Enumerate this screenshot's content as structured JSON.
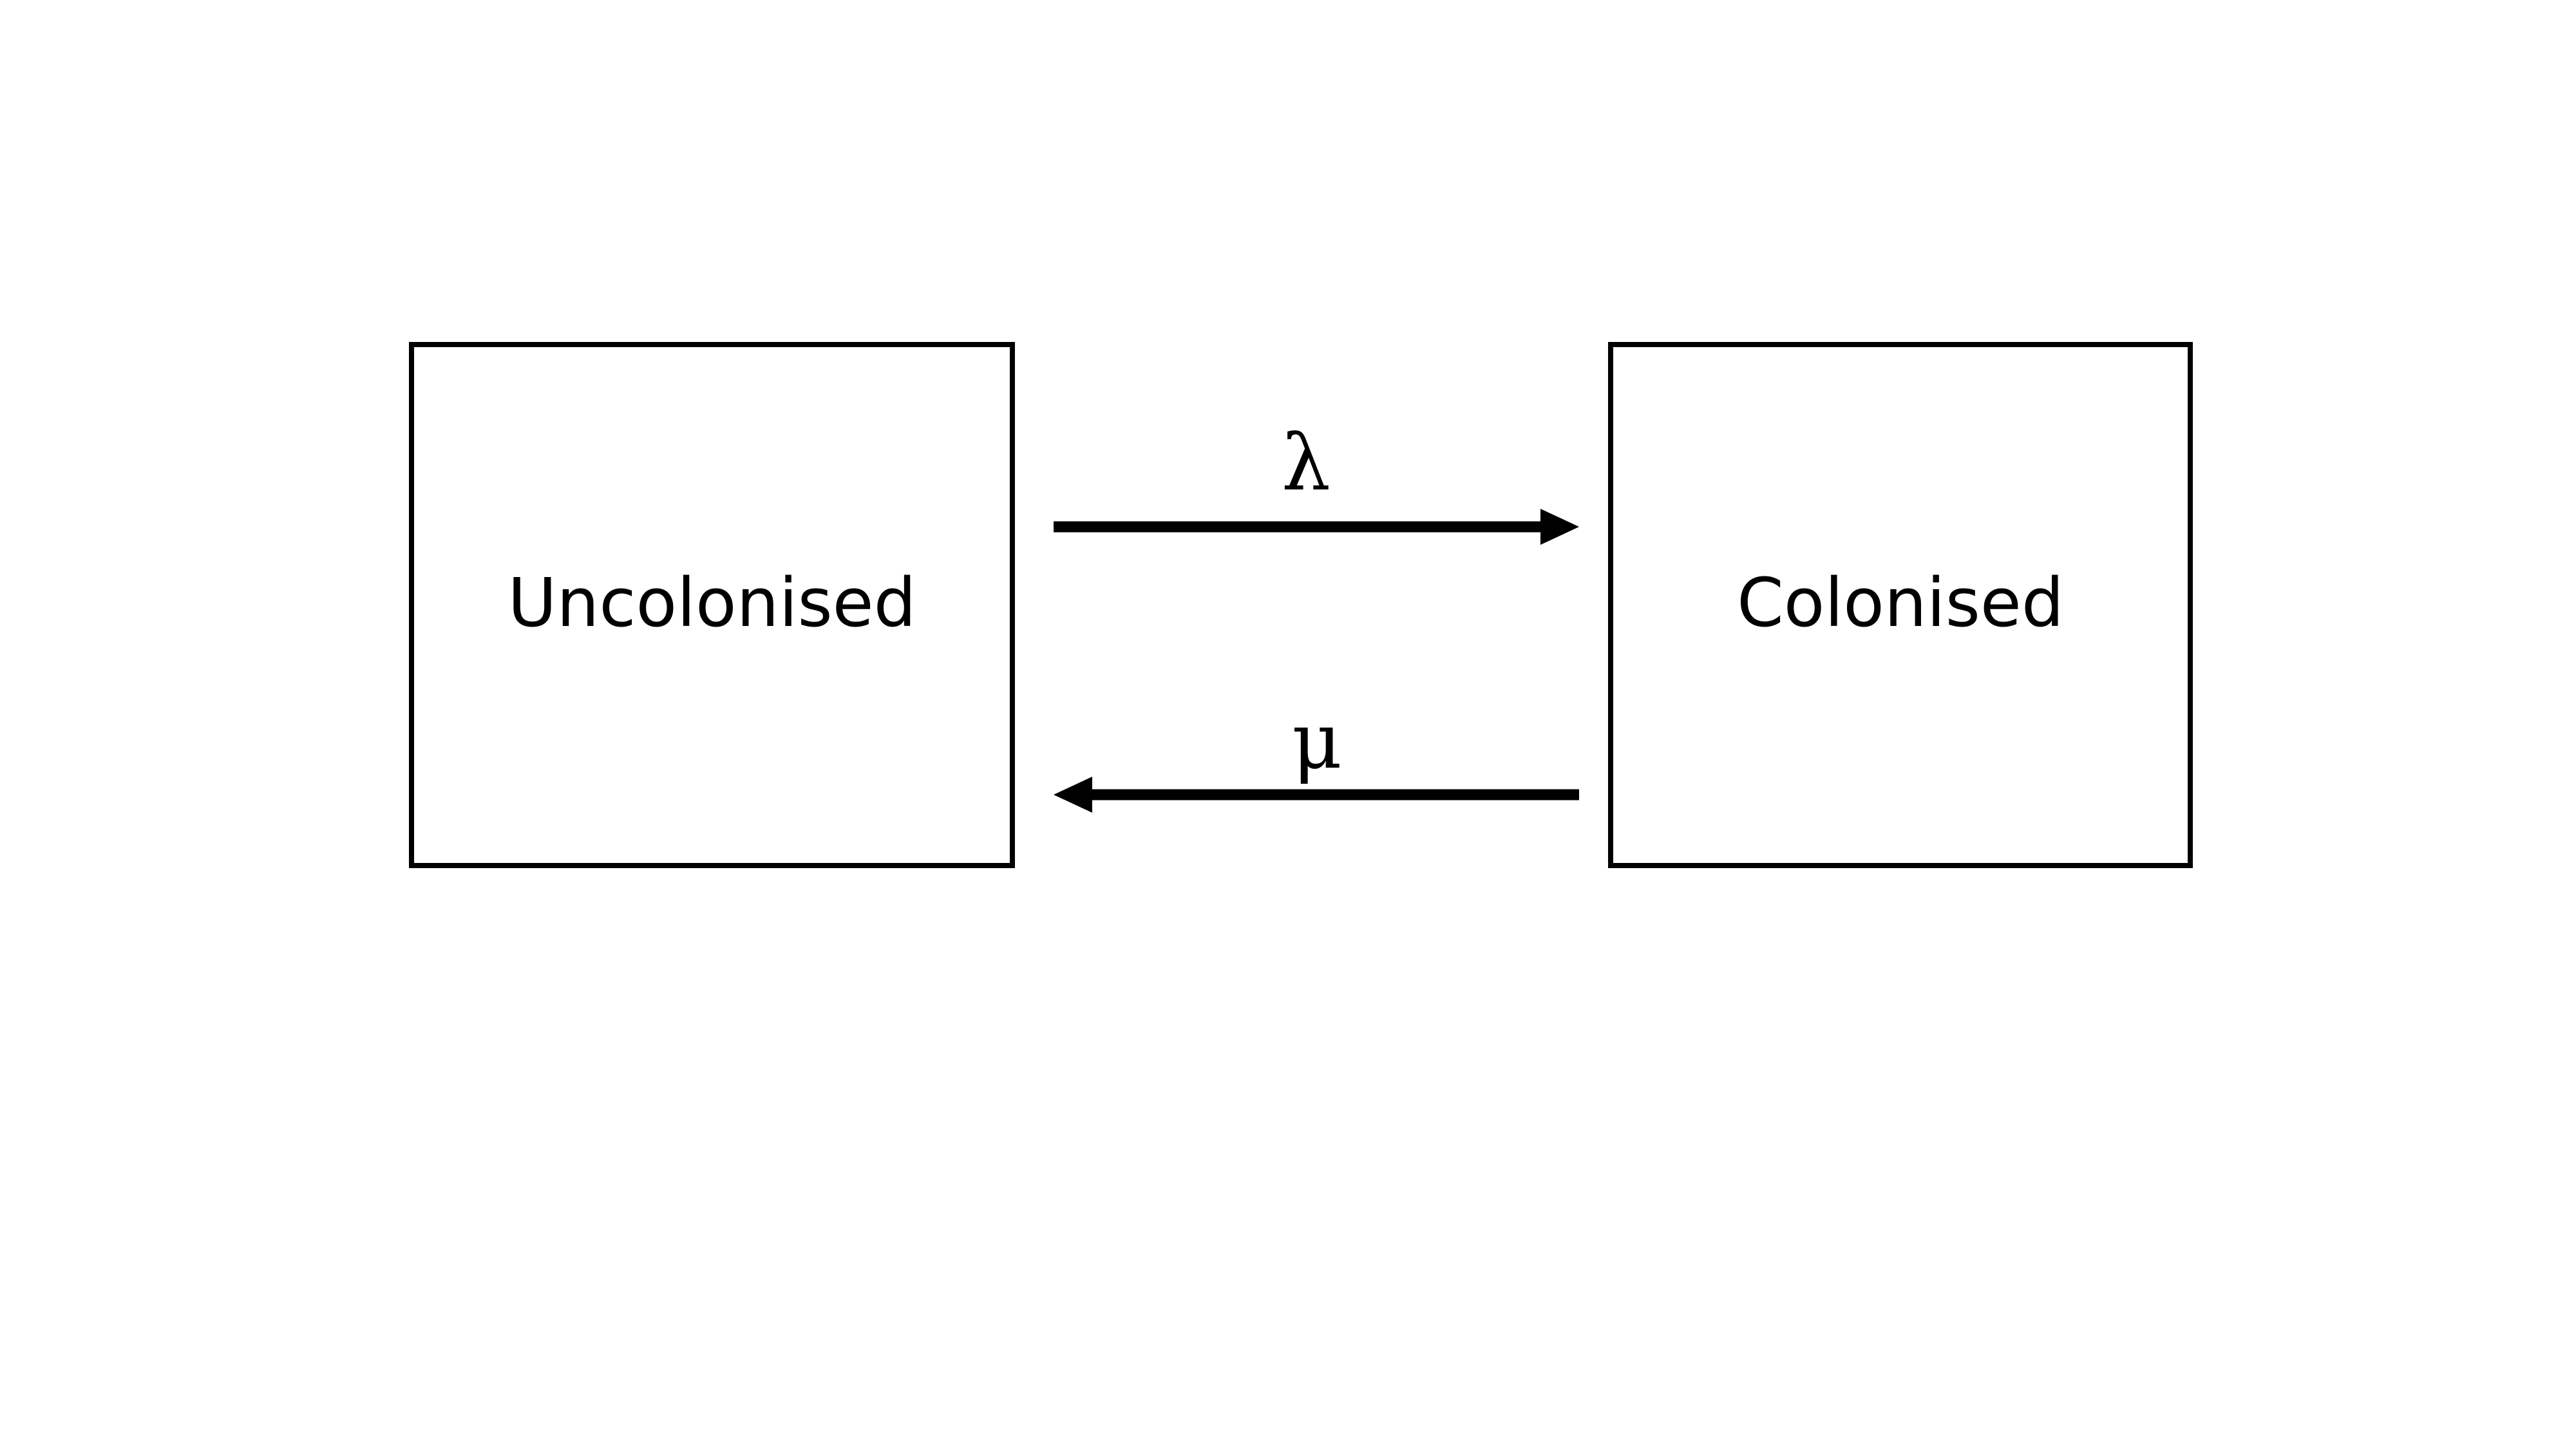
{
  "diagram": {
    "states": {
      "uncolonised": {
        "label": "Uncolonised"
      },
      "colonised": {
        "label": "Colonised"
      }
    },
    "transitions": {
      "colonisation": {
        "from": "Uncolonised",
        "to": "Colonised",
        "rate": "λ"
      },
      "clearance": {
        "from": "Colonised",
        "to": "Uncolonised",
        "rate": "μ"
      }
    }
  },
  "colors": {
    "stroke": "#000000",
    "background": "#ffffff"
  }
}
